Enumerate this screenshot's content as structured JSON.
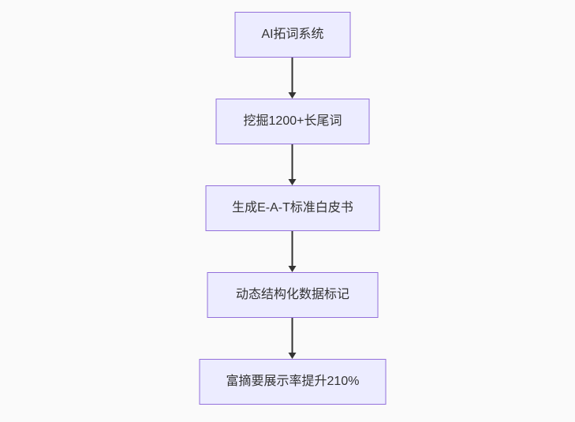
{
  "diagram": {
    "type": "flowchart",
    "direction": "top-down",
    "nodes": [
      {
        "id": "n1",
        "label": "AI拓词系统"
      },
      {
        "id": "n2",
        "label": "挖掘1200+长尾词"
      },
      {
        "id": "n3",
        "label": "生成E-A-T标准白皮书"
      },
      {
        "id": "n4",
        "label": "动态结构化数据标记"
      },
      {
        "id": "n5",
        "label": "富摘要展示率提升210%"
      }
    ],
    "edges": [
      {
        "from": "n1",
        "to": "n2"
      },
      {
        "from": "n2",
        "to": "n3"
      },
      {
        "from": "n3",
        "to": "n4"
      },
      {
        "from": "n4",
        "to": "n5"
      }
    ],
    "colors": {
      "background": "#FAFAFA",
      "node_fill": "#ECECFF",
      "node_border": "#9370DB",
      "text": "#333333",
      "arrow": "#333333"
    }
  }
}
